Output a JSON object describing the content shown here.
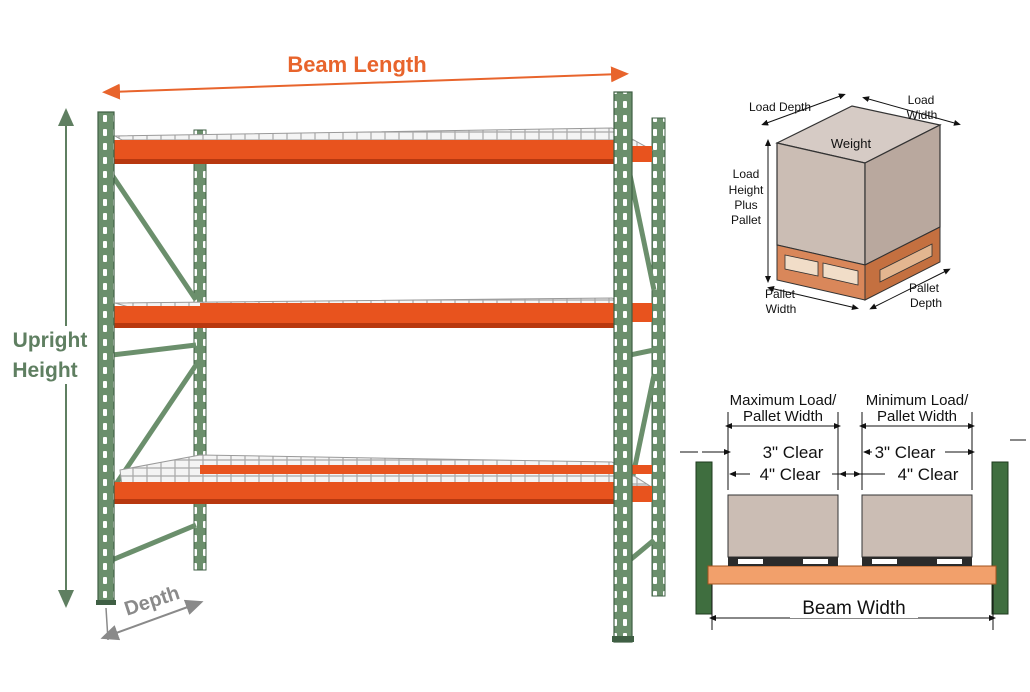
{
  "rack": {
    "beam_length_label": "Beam Length",
    "upright_height_label_1": "Upright",
    "upright_height_label_2": "Height",
    "depth_label": "Depth",
    "colors": {
      "upright": "#6b8f6c",
      "upright_dark": "#3f5f44",
      "beam": "#e8531e",
      "beam_dark": "#b8380f",
      "deck": "#d8d8d8",
      "dim_orange": "#e8642c",
      "dim_green": "#5f7f61",
      "dim_gray": "#8a8a8a"
    }
  },
  "load_diagram": {
    "load_depth": "Load Depth",
    "load_width_1": "Load",
    "load_width_2": "Width",
    "weight": "Weight",
    "load_height_1": "Load",
    "load_height_2": "Height",
    "load_height_3": "Plus",
    "load_height_4": "Pallet",
    "pallet_width_1": "Pallet",
    "pallet_width_2": "Width",
    "pallet_depth_1": "Pallet",
    "pallet_depth_2": "Depth"
  },
  "clearance_diagram": {
    "max_load_1": "Maximum Load/",
    "max_load_2": "Pallet Width",
    "min_load_1": "Minimum Load/",
    "min_load_2": "Pallet Width",
    "clear_3_left": "3\" Clear",
    "clear_4_left": "4\" Clear",
    "clear_3_right": "3\" Clear",
    "clear_4_right": "4\" Clear",
    "beam_width": "Beam Width"
  }
}
